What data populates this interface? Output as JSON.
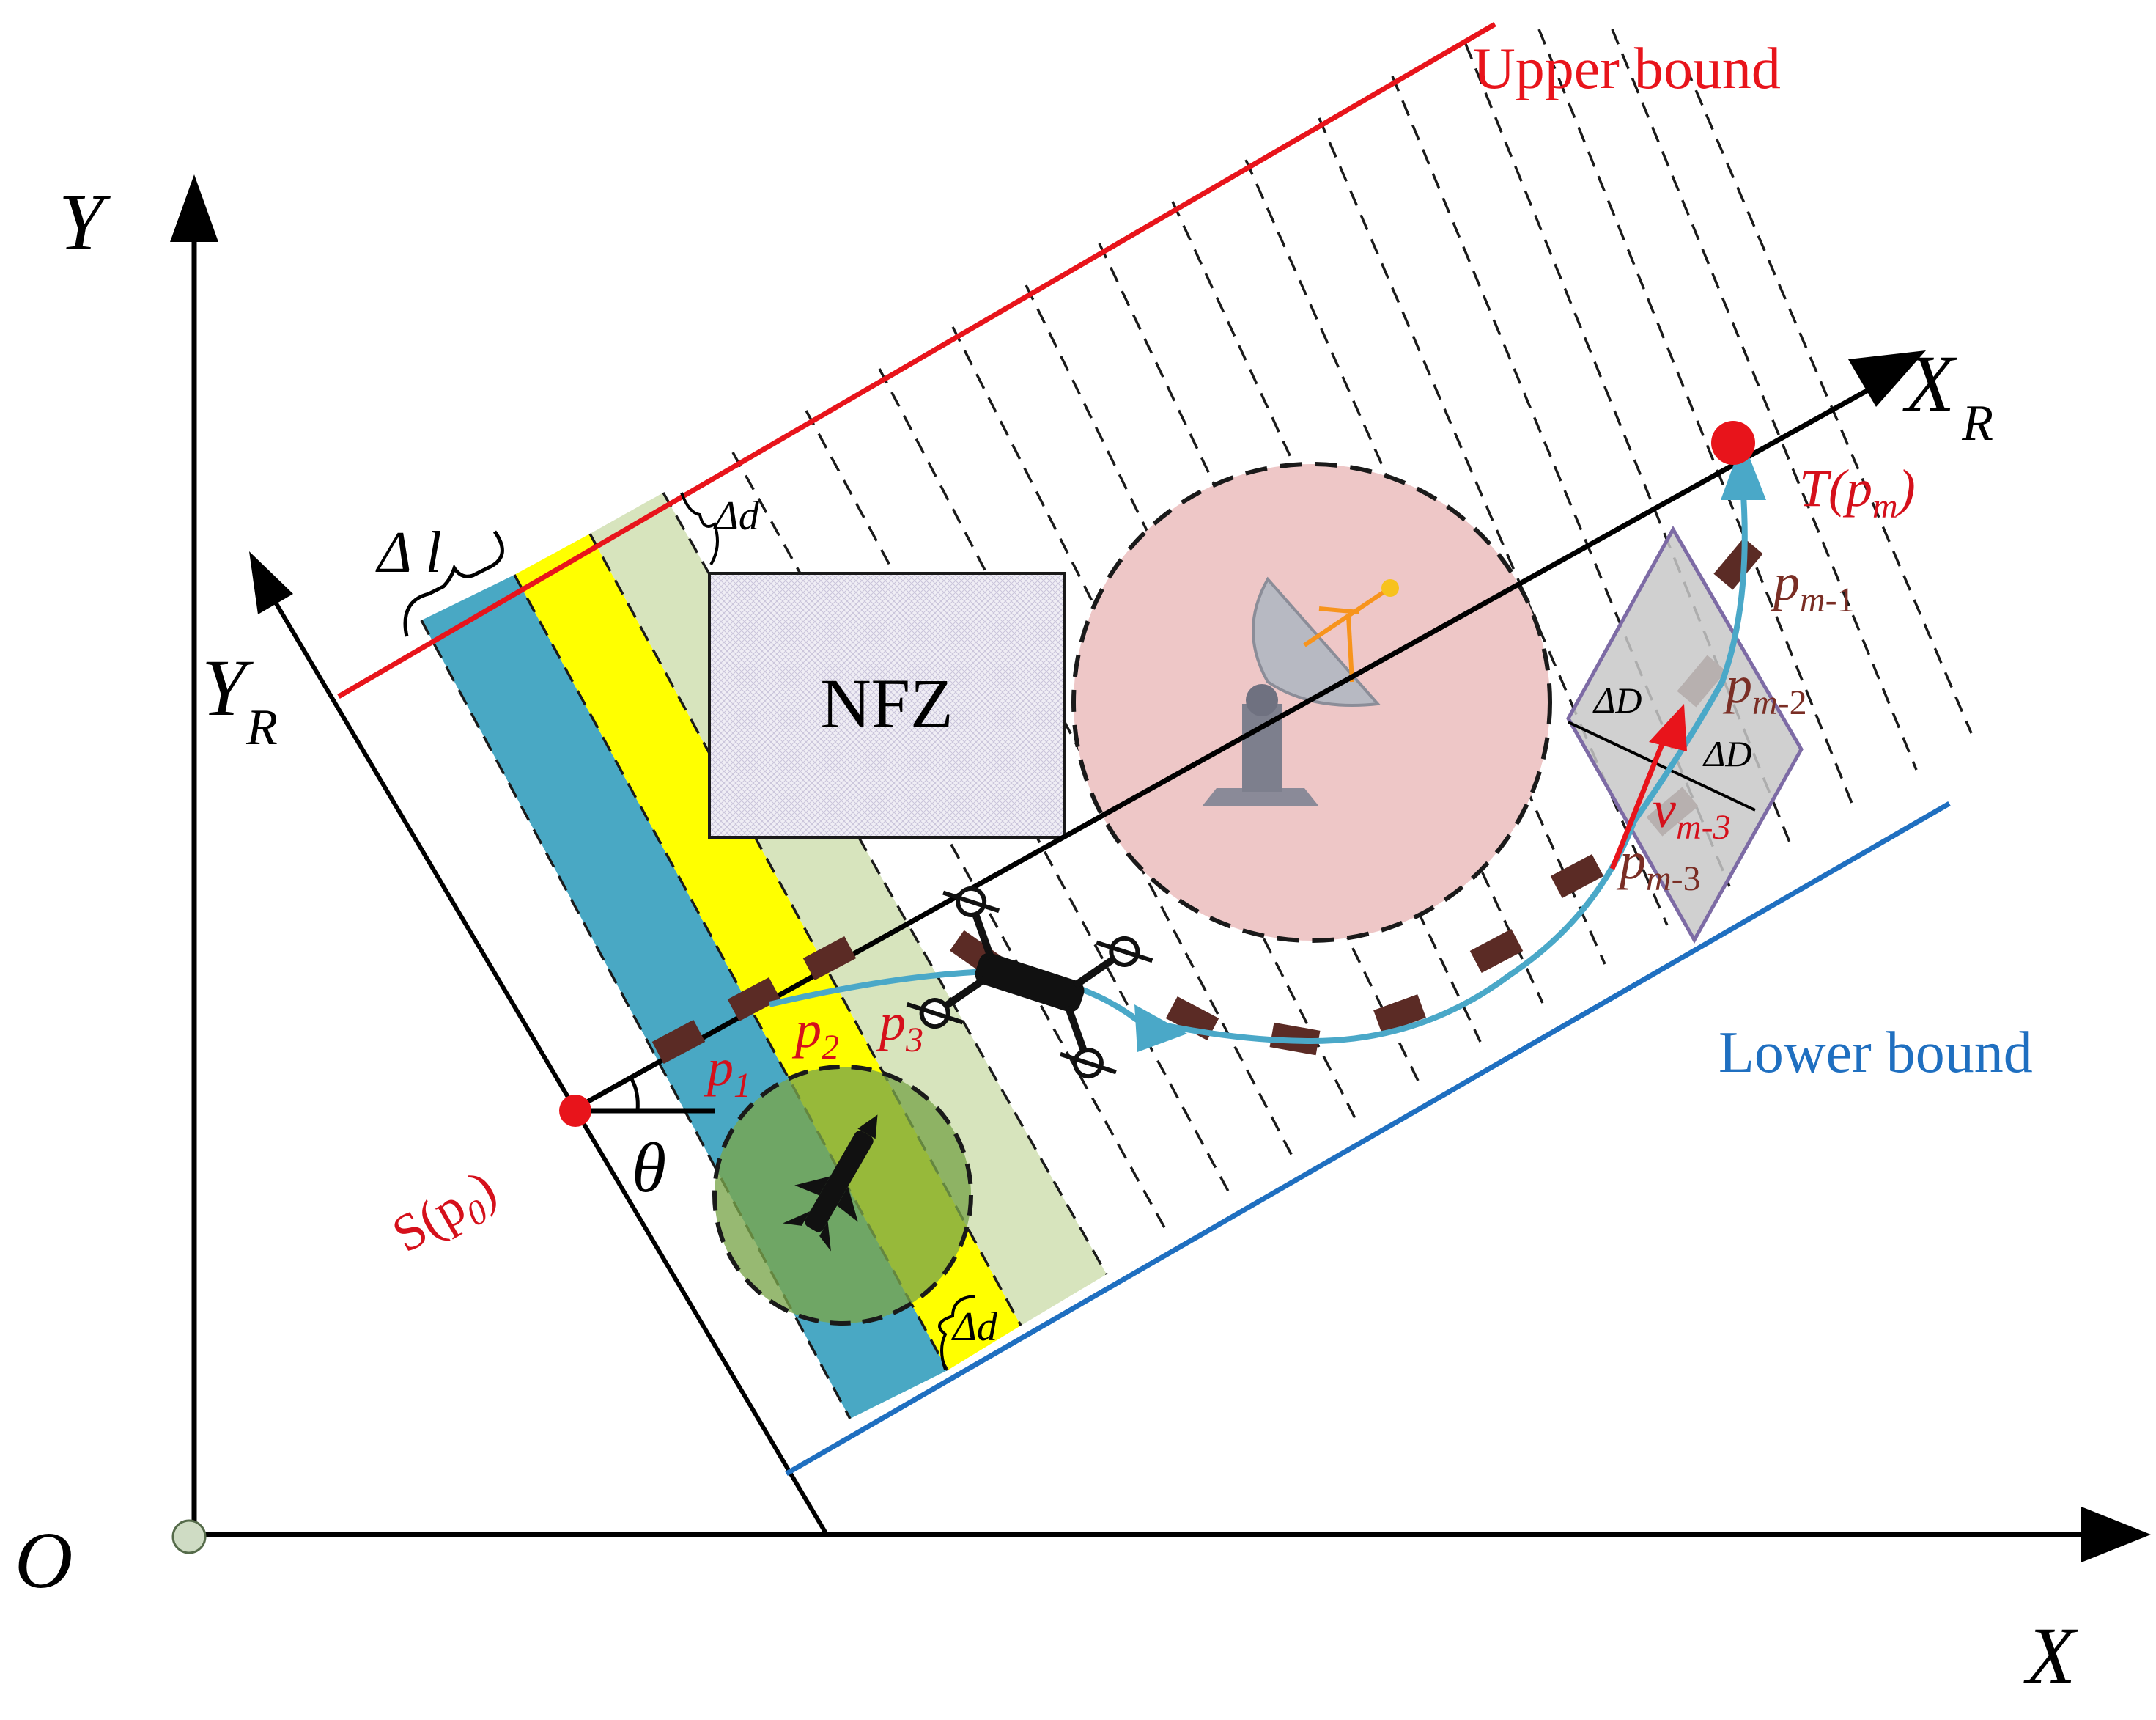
{
  "labels": {
    "axis_y": "Y",
    "axis_x": "X",
    "origin": "O",
    "axis_xr": "X",
    "axis_xr_sub": "R",
    "axis_yr": "Y",
    "axis_yr_sub": "R",
    "upper_bound": "Upper bound",
    "lower_bound": "Lower bound",
    "nfz": "NFZ",
    "delta_l": "Δ l",
    "delta_d_top": "Δd",
    "delta_d_bottom": "Δd",
    "delta_D_1": "ΔD",
    "delta_D_2": "ΔD",
    "theta": "θ",
    "start": "S(p",
    "start_sub": "0",
    "start_close": ")",
    "target": "T(p",
    "target_sub": "m",
    "target_close": ")",
    "p1": "p",
    "p1_sub": "1",
    "p2": "p",
    "p2_sub": "2",
    "p3": "p",
    "p3_sub": "3",
    "pm1": "p",
    "pm1_sub": "m",
    "pm1_tail": "-1",
    "pm2": "p",
    "pm2_sub": "m",
    "pm2_tail": "-2",
    "pm3": "p",
    "pm3_sub": "m",
    "pm3_tail": "-3",
    "vm3": "v",
    "vm3_sub": "m-3"
  },
  "colors": {
    "upper_bound": "#e8141b",
    "lower_bound": "#1f6fc0",
    "strip_blue": "#49a8c4",
    "strip_yellow": "#ffff00",
    "strip_green": "#d7e4bd",
    "threat_circle": "#eec7c7",
    "missile_circle": "#7aa54a",
    "path": "#4aa8c8",
    "waypoint": "#5b2b25",
    "text_red": "#d5101b",
    "text_brown": "#7a2e25"
  },
  "icons": [
    "radar-dish-icon",
    "missile-icon",
    "quadcopter-drone-icon"
  ]
}
